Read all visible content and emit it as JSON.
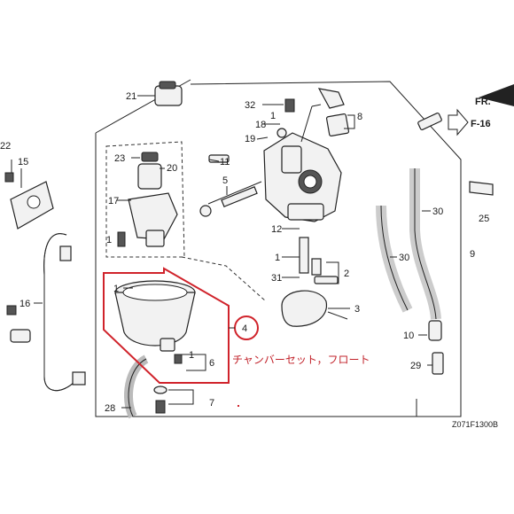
{
  "diagram": {
    "drawing_code": "Z071F1300B",
    "front_mark": "FR.",
    "section_ref": "F-16",
    "highlight_label": "チャンバーセット，フロート",
    "highlight_part_number": "4",
    "callouts": {
      "c1a": "1",
      "c1b": "1",
      "c1c": "1",
      "c1d": "1",
      "c1e": "1",
      "c2": "2",
      "c3": "3",
      "c5": "5",
      "c6": "6",
      "c7": "7",
      "c8": "8",
      "c9": "9",
      "c10": "10",
      "c11": "11",
      "c12": "12",
      "c15": "15",
      "c16": "16",
      "c17": "17",
      "c18": "18",
      "c19": "19",
      "c20": "20",
      "c21": "21",
      "c22": "22",
      "c23": "23",
      "c25": "25",
      "c28": "28",
      "c29": "29",
      "c30a": "30",
      "c30b": "30",
      "c31": "31",
      "c32": "32"
    }
  }
}
